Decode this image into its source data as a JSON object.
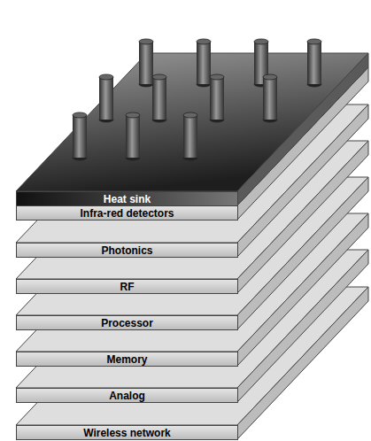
{
  "diagram": {
    "nodes": [
      {
        "text": [
          "Heat sink"
        ]
      },
      {
        "text": [
          "Infra-red detectors"
        ]
      },
      {
        "text": [
          "Photonics"
        ]
      },
      {
        "text": [
          "RF"
        ]
      },
      {
        "text": [
          "Processor"
        ]
      },
      {
        "text": [
          "Memory"
        ]
      },
      {
        "text": [
          "Analog"
        ]
      },
      {
        "text": [
          "Wireless network"
        ]
      }
    ]
  }
}
